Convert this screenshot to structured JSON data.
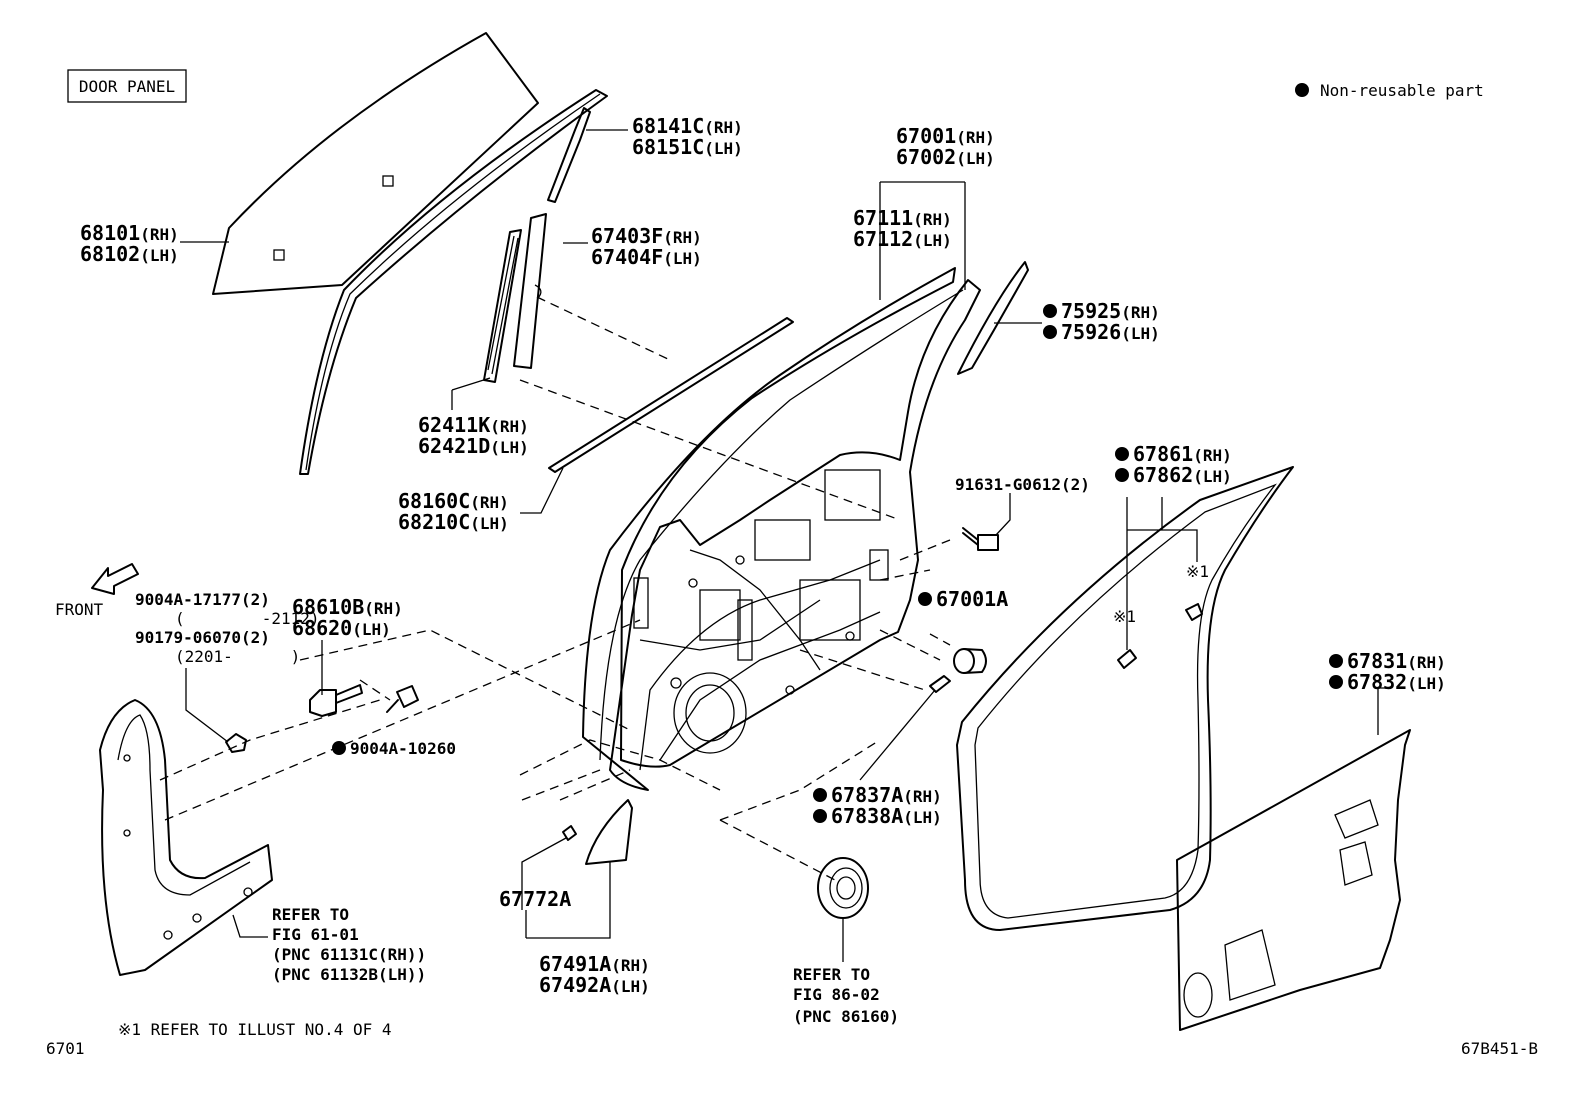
{
  "header": {
    "title": "DOOR PANEL",
    "legend_text": "Non-reusable part",
    "front_label": "FRONT"
  },
  "parts": {
    "p68141": {
      "a": "68141C",
      "a_s": "(RH)",
      "b": "68151C",
      "b_s": "(LH)"
    },
    "p68101": {
      "a": "68101",
      "a_s": "(RH)",
      "b": "68102",
      "b_s": "(LH)"
    },
    "p67403": {
      "a": "67403F",
      "a_s": "(RH)",
      "b": "67404F",
      "b_s": "(LH)"
    },
    "p62411": {
      "a": "62411K",
      "a_s": "(RH)",
      "b": "62421D",
      "b_s": "(LH)"
    },
    "p68160": {
      "a": "68160C",
      "a_s": "(RH)",
      "b": "68210C",
      "b_s": "(LH)"
    },
    "p67001": {
      "a": "67001",
      "a_s": "(RH)",
      "b": "67002",
      "b_s": "(LH)"
    },
    "p67111": {
      "a": "67111",
      "a_s": "(RH)",
      "b": "67112",
      "b_s": "(LH)"
    },
    "p75925": {
      "a": "75925",
      "a_s": "(RH)",
      "b": "75926",
      "b_s": "(LH)"
    },
    "p91631": {
      "a": "91631-G0612(2)"
    },
    "p67861": {
      "a": "67861",
      "a_s": "(RH)",
      "b": "67862",
      "b_s": "(LH)"
    },
    "p67001A": {
      "a": "67001A"
    },
    "p67831": {
      "a": "67831",
      "a_s": "(RH)",
      "b": "67832",
      "b_s": "(LH)"
    },
    "p67837": {
      "a": "67837A",
      "a_s": "(RH)",
      "b": "67838A",
      "b_s": "(LH)"
    },
    "p9004A": {
      "l1": "9004A-17177(2)",
      "l2": "(        -2112)",
      "l3": "90179-06070(2)",
      "l4": "(2201-      )"
    },
    "p68610": {
      "a": "68610B",
      "a_s": "(RH)",
      "b": "68620",
      "b_s": "(LH)"
    },
    "p10260": {
      "a": "9004A-10260"
    },
    "p67772": {
      "a": "67772A"
    },
    "p67491": {
      "a": "67491A",
      "a_s": "(RH)",
      "b": "67492A",
      "b_s": "(LH)"
    },
    "mark1": "※1",
    "mark2": "※1"
  },
  "refs": {
    "fig61": {
      "l1": "REFER TO",
      "l2": "FIG 61-01",
      "l3": "(PNC 61131C(RH))",
      "l4": "(PNC 61132B(LH))"
    },
    "fig86": {
      "l1": "REFER TO",
      "l2": "FIG 86-02",
      "l3": "(PNC 86160)"
    }
  },
  "footer": {
    "note": "※1 REFER TO ILLUST NO.4 OF 4",
    "left_code": "6701",
    "right_code": "67B451-B"
  }
}
